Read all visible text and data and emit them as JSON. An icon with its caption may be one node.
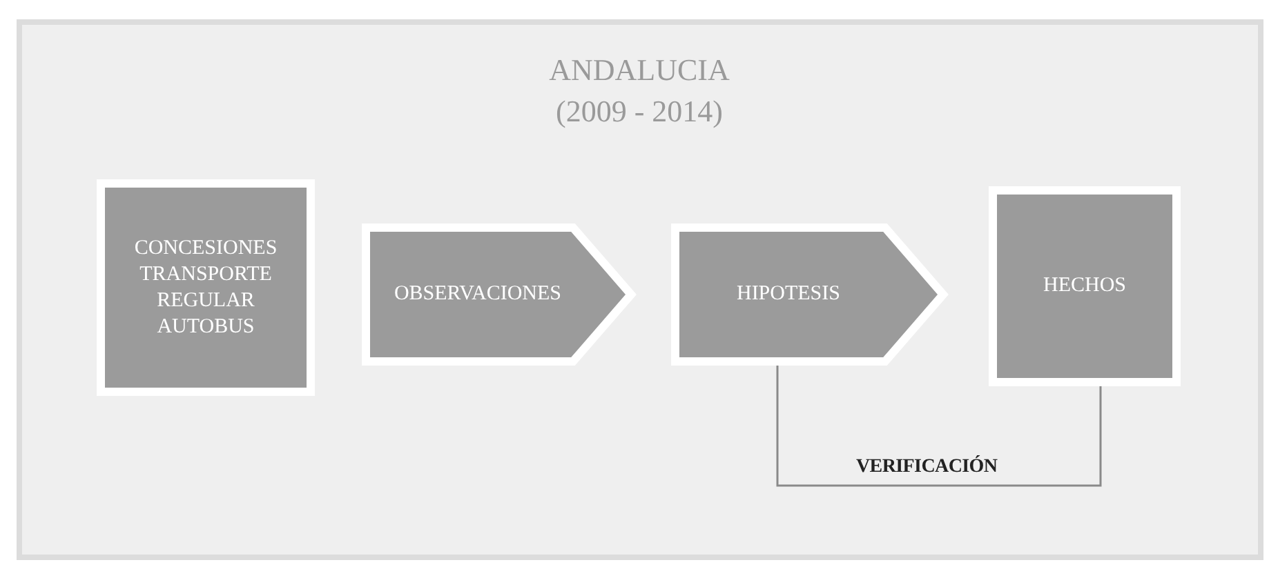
{
  "diagram": {
    "title": "ANDALUCIA (2009 - 2014)",
    "nodes": [
      {
        "text": [
          "CONCESIONES TRANSPORTE REGULAR AUTOBUS"
        ]
      },
      {
        "text": [
          "OBSERVACIONES"
        ]
      },
      {
        "text": [
          "HIPOTESIS"
        ]
      },
      {
        "text": [
          "HECHOS"
        ]
      }
    ],
    "edges": [
      {
        "from": 2,
        "to": 3,
        "arrow": "none",
        "label": "VERIFICACIÓN"
      }
    ]
  }
}
